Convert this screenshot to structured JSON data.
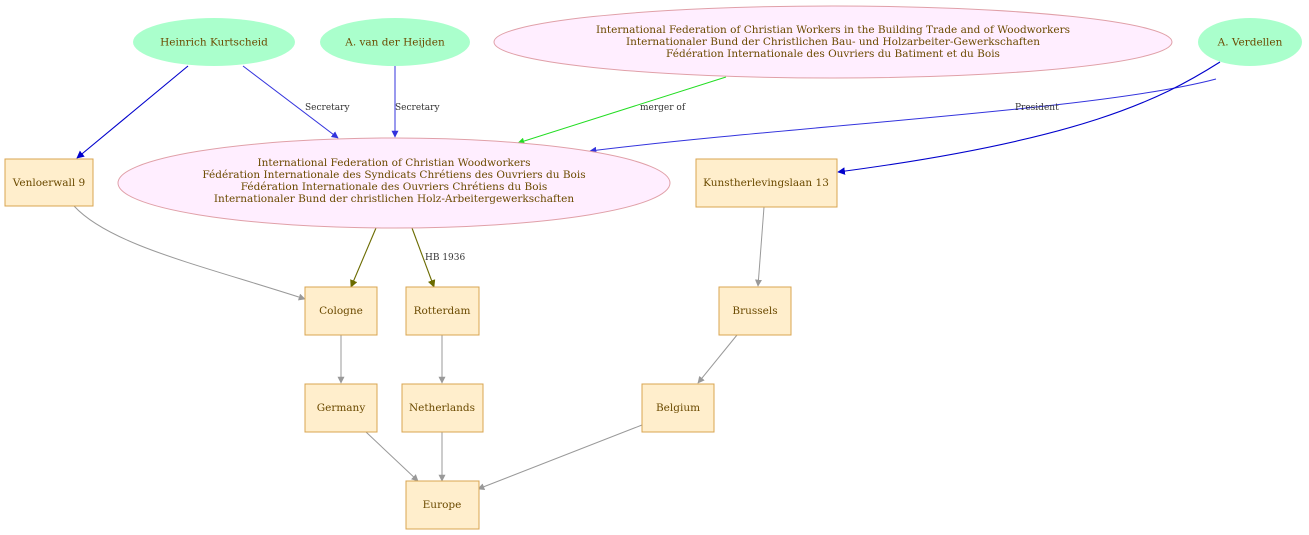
{
  "colors": {
    "person_fill": "#aaffcc",
    "org_fill": "#ffeeff",
    "org_stroke": "#e0a0a8",
    "place_fill": "#ffeecc",
    "place_stroke": "#d9a550",
    "text": "#6b4a00",
    "edge_blue": "#3333dd",
    "edge_darkblue": "#0000cc",
    "edge_green": "#22dd22",
    "edge_olive": "#6b6b00",
    "edge_gray": "#999999"
  },
  "persons": {
    "kurtscheid": "Heinrich Kurtscheid",
    "vanderheijden": "A. van der Heijden",
    "verdellen": "A. Verdellen"
  },
  "orgs": {
    "building": [
      "International Federation of Christian Workers in the Building Trade and of Woodworkers",
      "Internationaler Bund der Christlichen Bau- und Holzarbeiter-Gewerkschaften",
      "Fédération Internationale des Ouvriers du Batiment et du Bois"
    ],
    "woodworkers": [
      "International Federation of Christian Woodworkers",
      "Fédération Internationale des Syndicats Chrétiens des Ouvriers du Bois",
      "Fédération Internationale des Ouvriers Chrétiens du Bois",
      "Internationaler Bund der christlichen Holz-Arbeitergewerkschaften"
    ]
  },
  "places": {
    "venloerwall": "Venloerwall 9",
    "kunstherlevingslaan": "Kunstherlevingslaan 13",
    "cologne": "Cologne",
    "rotterdam": "Rotterdam",
    "brussels": "Brussels",
    "germany": "Germany",
    "netherlands": "Netherlands",
    "belgium": "Belgium",
    "europe": "Europe"
  },
  "edge_labels": {
    "kurtscheid_secretary": "Secretary",
    "vanderheijden_secretary": "Secretary",
    "merger": "merger of",
    "president": "President",
    "hb": "HB 1936"
  }
}
